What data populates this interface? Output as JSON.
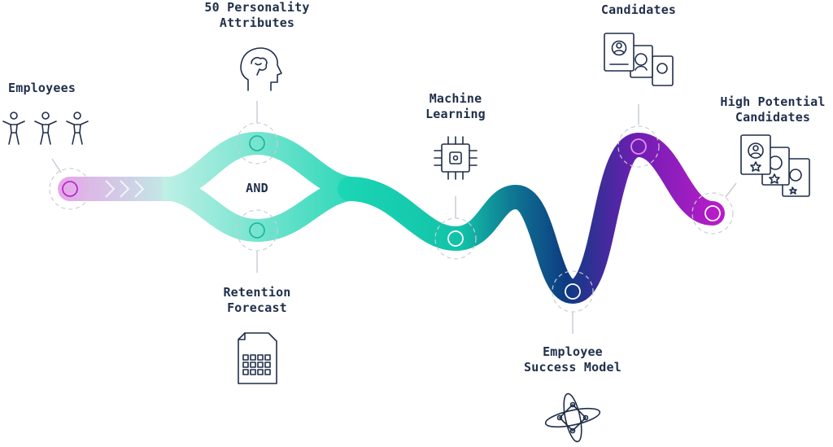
{
  "colors": {
    "text": "#1f2f4a",
    "employees_stage": "#e7a8e8",
    "teal": "#19d3b4",
    "navy": "#0d3b82",
    "purple": "#5a1ea8",
    "magenta": "#b21cc9",
    "connector": "#c9ced6"
  },
  "stages": {
    "employees": {
      "label": "Employees",
      "icon": "people-icon"
    },
    "personality": {
      "line1": "50 Personality",
      "line2": "Attributes",
      "icon": "head-brain-icon"
    },
    "retention": {
      "line1": "Retention",
      "line2": "Forecast",
      "icon": "spreadsheet-document-icon"
    },
    "join_label": "AND",
    "machine_learning": {
      "line1": "Machine",
      "line2": "Learning",
      "icon": "chip-icon"
    },
    "success_model": {
      "line1": "Employee",
      "line2": "Success Model",
      "icon": "orbit-network-icon"
    },
    "candidates": {
      "label": "Candidates",
      "icon": "profile-cards-icon"
    },
    "high_potential": {
      "line1": "High Potential",
      "line2": "Candidates",
      "icon": "starred-profile-cards-icon"
    }
  }
}
